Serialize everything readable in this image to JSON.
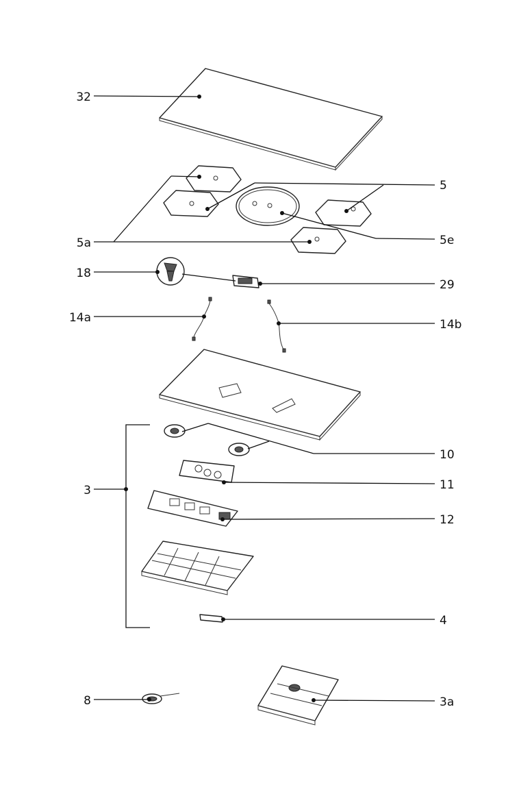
{
  "labels": {
    "l32": "32",
    "l5": "5",
    "l5a": "5a",
    "l5e": "5e",
    "l18": "18",
    "l29": "29",
    "l14a": "14a",
    "l14b": "14b",
    "l10": "10",
    "l11": "11",
    "l3": "3",
    "l12": "12",
    "l4": "4",
    "l8": "8",
    "l3a": "3a"
  }
}
